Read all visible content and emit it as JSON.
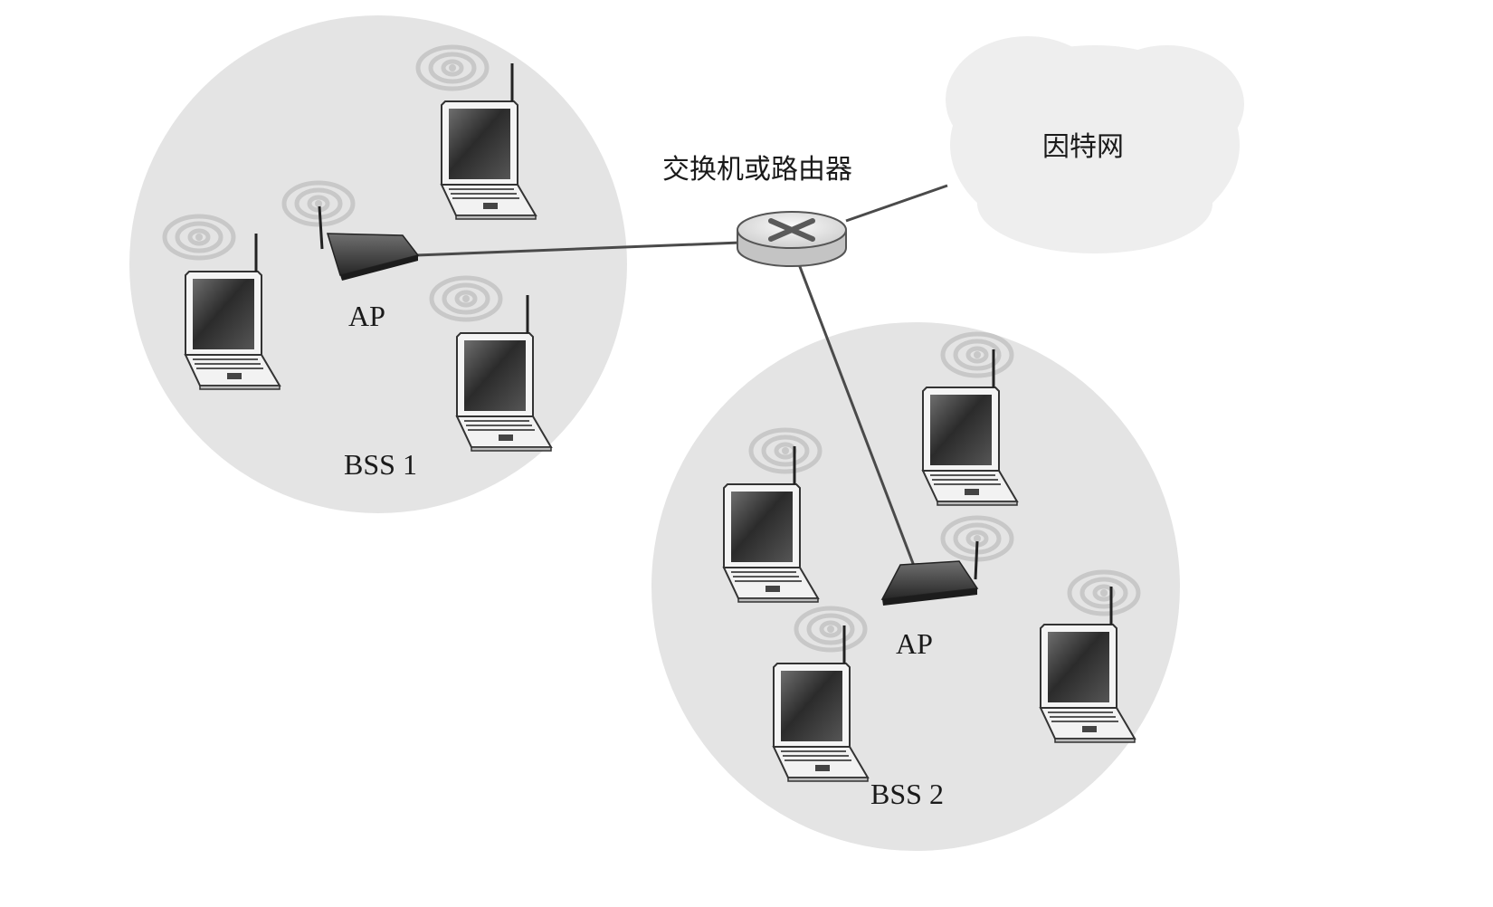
{
  "labels": {
    "switch_router": "交换机或路由器",
    "internet": "因特网",
    "ap1": "AP",
    "ap2": "AP",
    "bss1": "BSS 1",
    "bss2": "BSS 2"
  },
  "colors": {
    "bss_fill": "#e4e4e4",
    "cloud_fill": "#eeeeee",
    "link": "#4a4a4a",
    "device_dark": "#3a3a3a",
    "text": "#1a1a1a"
  },
  "icons": {
    "laptop": "laptop-icon",
    "access_point": "access-point-icon",
    "router": "router-icon",
    "wireless_signal": "wireless-signal-icon"
  }
}
